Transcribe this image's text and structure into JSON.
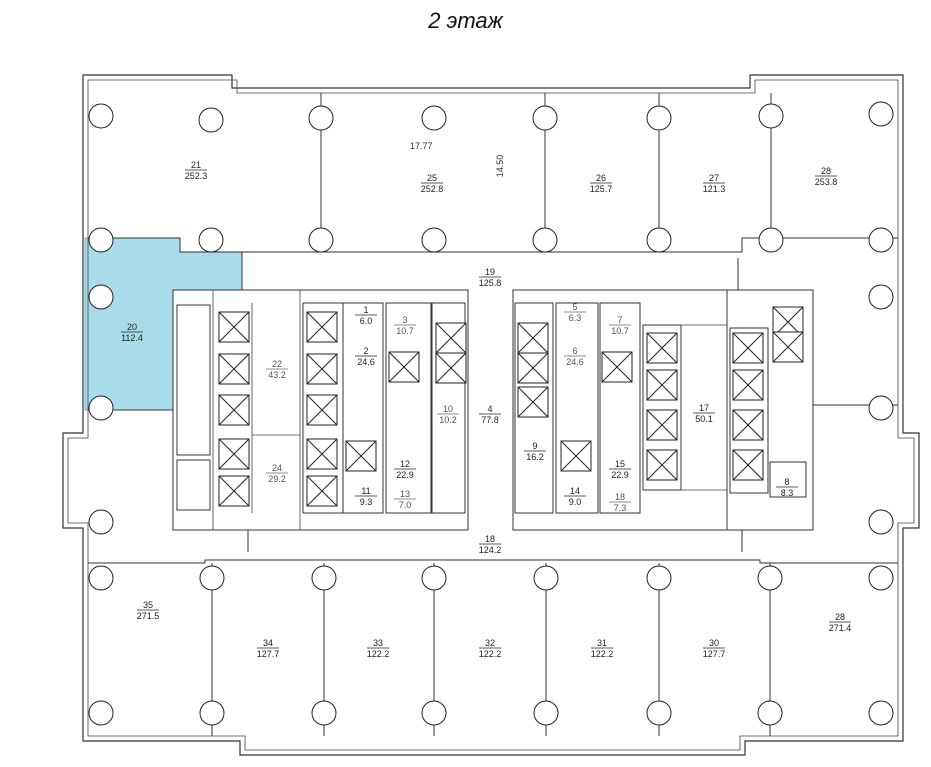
{
  "title": "2 этаж",
  "dimensions": {
    "width_label": "17.77",
    "depth_label": "14.50"
  },
  "highlight_color": "#a9dcea",
  "rooms": [
    {
      "id": "r21",
      "number": "21",
      "area": "252.3"
    },
    {
      "id": "r25",
      "number": "25",
      "area": "252.8"
    },
    {
      "id": "r26",
      "number": "26",
      "area": "125.7"
    },
    {
      "id": "r27",
      "number": "27",
      "area": "121.3"
    },
    {
      "id": "r28a",
      "number": "28",
      "area": "253.8"
    },
    {
      "id": "r19",
      "number": "19",
      "area": "125.8"
    },
    {
      "id": "r20",
      "number": "20",
      "area": "112.4"
    },
    {
      "id": "r22",
      "number": "22",
      "area": "43.2"
    },
    {
      "id": "r24",
      "number": "24",
      "area": "29.2"
    },
    {
      "id": "r1",
      "number": "1",
      "area": "6.0"
    },
    {
      "id": "r2",
      "number": "2",
      "area": "24.6"
    },
    {
      "id": "r3",
      "number": "3",
      "area": "10.7"
    },
    {
      "id": "r10",
      "number": "10",
      "area": "10.2"
    },
    {
      "id": "r4",
      "number": "4",
      "area": "77.8"
    },
    {
      "id": "r11",
      "number": "11",
      "area": "9.3"
    },
    {
      "id": "r12",
      "number": "12",
      "area": "22.9"
    },
    {
      "id": "r13",
      "number": "13",
      "area": "7.0"
    },
    {
      "id": "r5",
      "number": "5",
      "area": "6.3"
    },
    {
      "id": "r7",
      "number": "7",
      "area": "10.7"
    },
    {
      "id": "r6",
      "number": "6",
      "area": "24.6"
    },
    {
      "id": "r9",
      "number": "9",
      "area": "16.2"
    },
    {
      "id": "r14",
      "number": "14",
      "area": "9.0"
    },
    {
      "id": "r15",
      "number": "15",
      "area": "22.9"
    },
    {
      "id": "r18s",
      "number": "18",
      "area": "7.3"
    },
    {
      "id": "r17",
      "number": "17",
      "area": "50.1"
    },
    {
      "id": "r8",
      "number": "8",
      "area": "8.3"
    },
    {
      "id": "r18",
      "number": "18",
      "area": "124.2"
    },
    {
      "id": "r35",
      "number": "35",
      "area": "271.5"
    },
    {
      "id": "r34",
      "number": "34",
      "area": "127.7"
    },
    {
      "id": "r33",
      "number": "33",
      "area": "122.2"
    },
    {
      "id": "r32",
      "number": "32",
      "area": "122.2"
    },
    {
      "id": "r31",
      "number": "31",
      "area": "122.2"
    },
    {
      "id": "r30",
      "number": "30",
      "area": "127.7"
    },
    {
      "id": "r28b",
      "number": "28",
      "area": "271.4"
    }
  ]
}
